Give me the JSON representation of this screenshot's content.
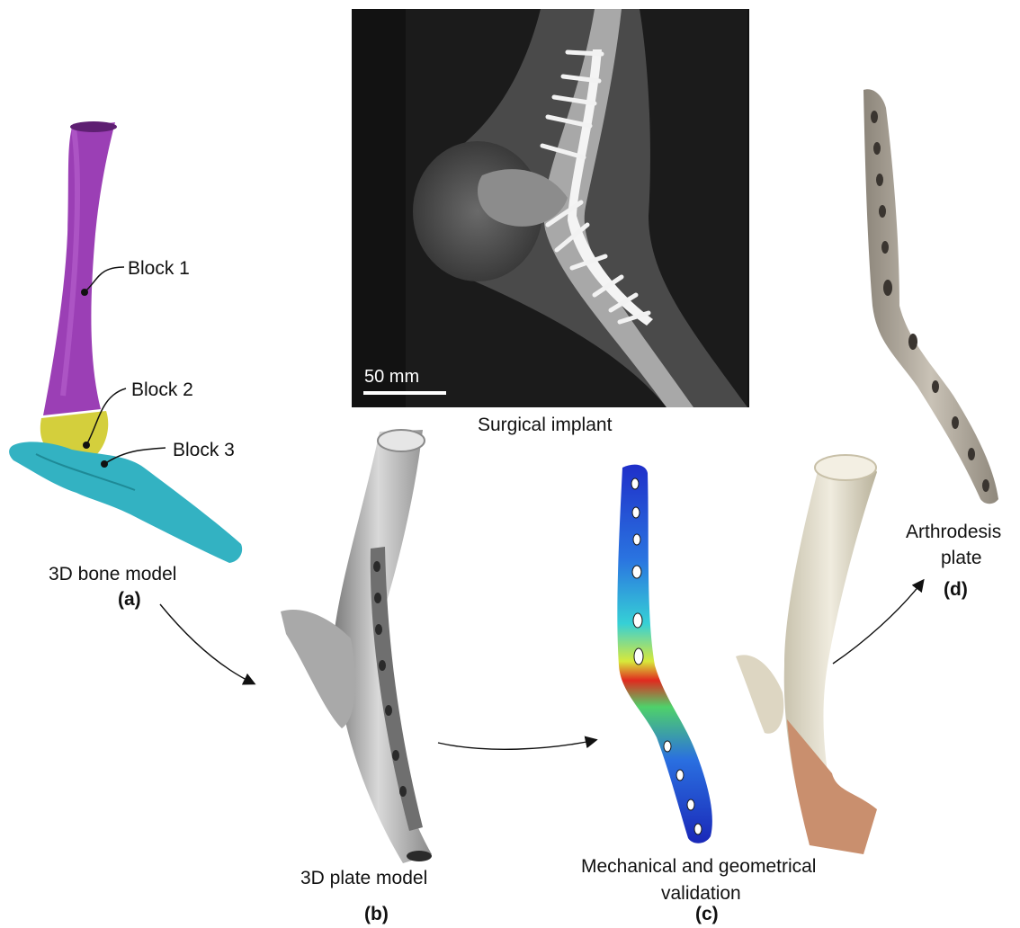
{
  "figure": {
    "panels": {
      "a": {
        "letter": "(a)",
        "caption": "3D bone model",
        "blocks": [
          "Block 1",
          "Block 2",
          "Block 3"
        ]
      },
      "b": {
        "letter": "(b)",
        "caption": "3D plate model"
      },
      "c": {
        "letter": "(c)",
        "caption_line1": "Mechanical and geometrical",
        "caption_line2": "validation"
      },
      "d": {
        "letter": "(d)",
        "caption_line1": "Arthrodesis",
        "caption_line2": "plate"
      },
      "xray": {
        "caption": "Surgical implant",
        "scale_label": "50 mm"
      }
    },
    "colors": {
      "block1": "#9b3fb5",
      "block2": "#d4cf3c",
      "block3": "#33b2c2",
      "bone_gray": "#bdbdbd",
      "printed_model": "#e8e3d2",
      "titanium": "#a49d92"
    }
  }
}
